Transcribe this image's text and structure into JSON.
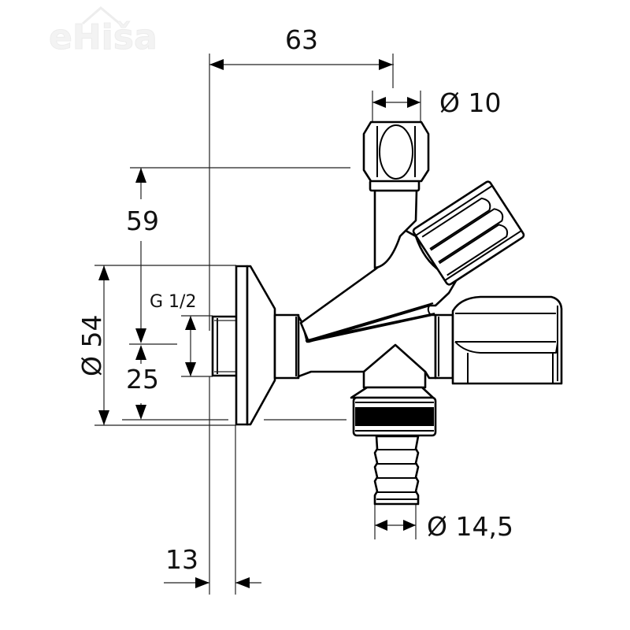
{
  "watermark": {
    "text": "eHiša",
    "icon": "house-roof-icon"
  },
  "drawing": {
    "subject": "Angle valve with hose connection (combination valve) — dimensioned technical drawing",
    "dimensions": {
      "width_to_top_outlet": "63",
      "top_outlet_diameter": "Ø 10",
      "height_to_top_outlet": "59",
      "rosette_diameter": "Ø 54",
      "thread": "G 1/2",
      "center_to_bottom": "25",
      "hose_nozzle_diameter": "Ø 14,5",
      "wall_offset": "13"
    }
  }
}
